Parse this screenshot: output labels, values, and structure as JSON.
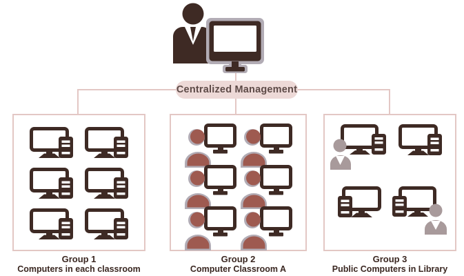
{
  "colors": {
    "dark_brown": "#3E2A24",
    "red_brown": "#9E5A50",
    "shadow_gray": "#B2ACB5",
    "person_gray": "#A89A9B",
    "line_pink": "#E3C7C4",
    "pill_bg": "#EDD9D7",
    "pill_text": "#5D4A47",
    "label_text": "#3A2721",
    "screen_white": "#FFFFFF"
  },
  "hub": {
    "label": "Centralized Management",
    "icon": "administrator-with-monitor-icon"
  },
  "groups": [
    {
      "id": "group1",
      "title": "Group 1",
      "subtitle": "Computers in each classroom",
      "icons": [
        "computer",
        "computer",
        "computer",
        "computer",
        "computer",
        "computer"
      ]
    },
    {
      "id": "group2",
      "title": "Group 2",
      "subtitle": "Computer Classroom A",
      "icons": [
        "user-computer",
        "user-computer",
        "user-computer",
        "user-computer",
        "user-computer",
        "user-computer"
      ]
    },
    {
      "id": "group3",
      "title": "Group 3",
      "subtitle": "Public Computers in Library",
      "icons": [
        "user-left-computer",
        "computer",
        "computer-tower-left",
        "computer-user-right"
      ]
    }
  ]
}
